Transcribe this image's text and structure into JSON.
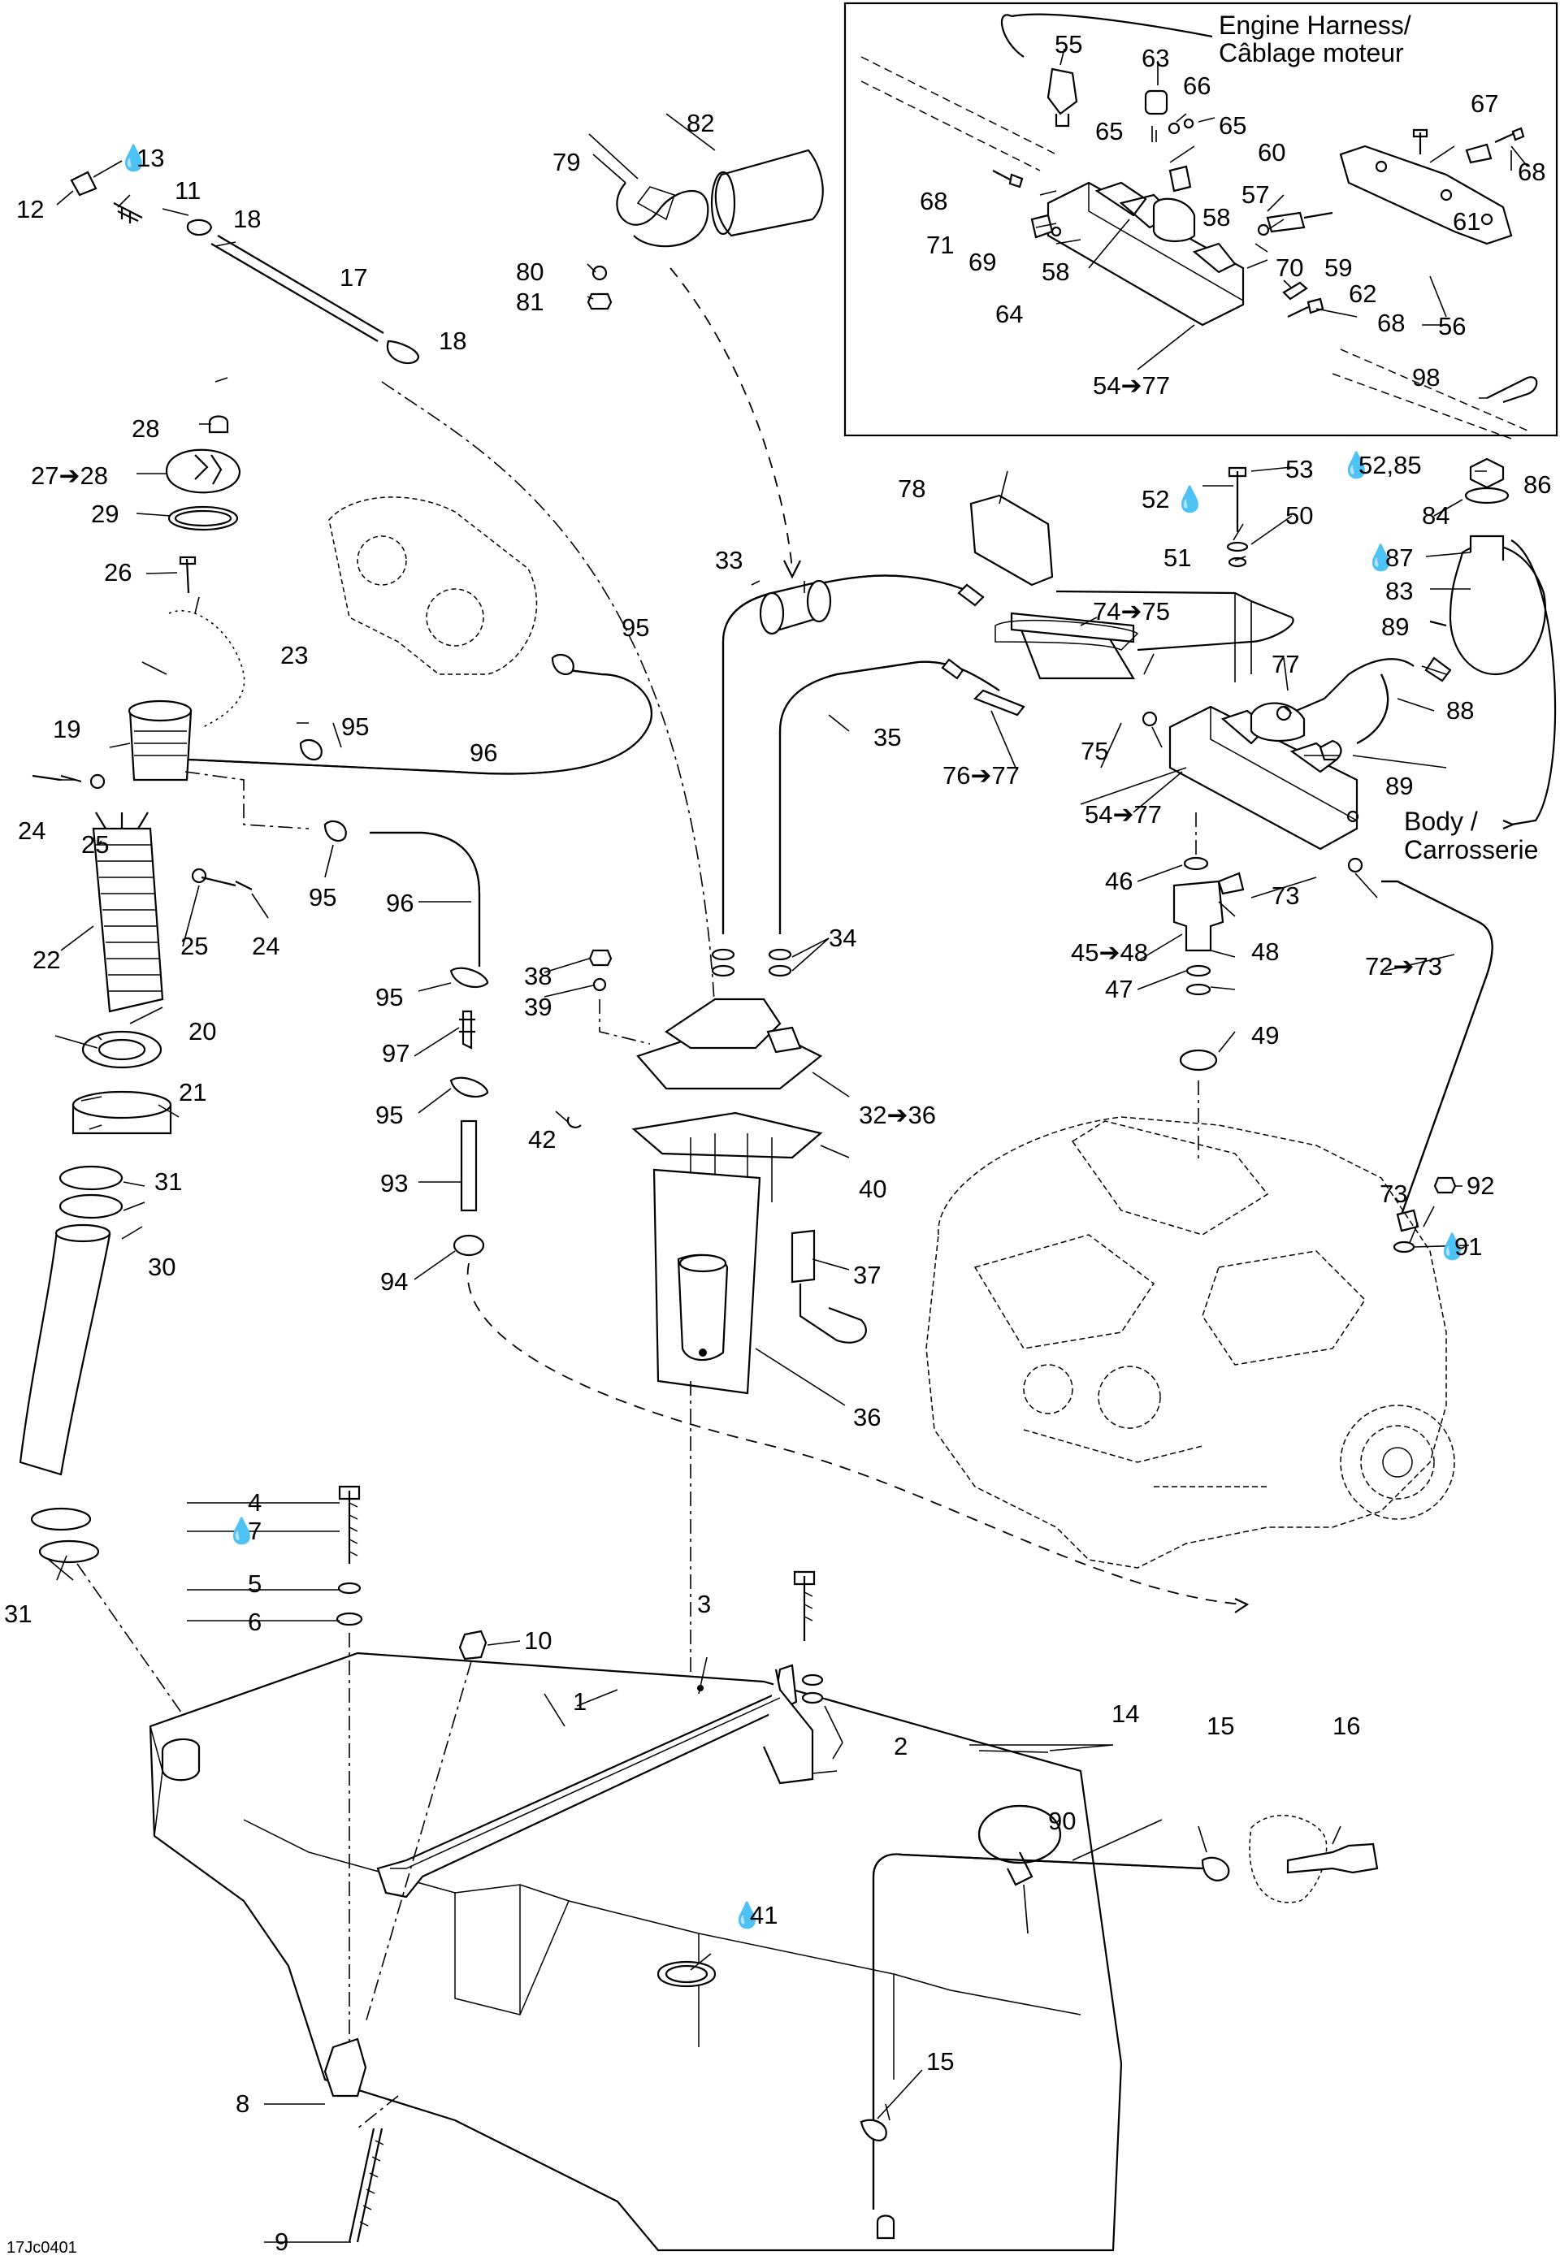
{
  "diagram": {
    "code": "17Jc0401",
    "inset": {
      "harness_label_line1": "Engine Harness/",
      "harness_label_line2": "Câblage moteur"
    },
    "body_label_line1": "Body /",
    "body_label_line2": "Carrosserie",
    "part_labels": {
      "p1": "1",
      "p2": "2",
      "p3": "3",
      "p4": "4",
      "p5": "5",
      "p6": "6",
      "p7": "7",
      "p8": "8",
      "p9": "9",
      "p10": "10",
      "p11": "11",
      "p12": "12",
      "p13": "13",
      "p14": "14",
      "p15a": "15",
      "p15b": "15",
      "p16": "16",
      "p17": "17",
      "p18a": "18",
      "p18b": "18",
      "p19": "19",
      "p20": "20",
      "p21": "21",
      "p22": "22",
      "p23": "23",
      "p24a": "24",
      "p24b": "24",
      "p25a": "25",
      "p25b": "25",
      "p26": "26",
      "p27": "27➔28",
      "p28": "28",
      "p29": "29",
      "p30": "30",
      "p31a": "31",
      "p31b": "31",
      "p32": "32➔36",
      "p33": "33",
      "p34": "34",
      "p35": "35",
      "p36": "36",
      "p37": "37",
      "p38": "38",
      "p39": "39",
      "p40": "40",
      "p41": "41",
      "p42": "42",
      "p45": "45➔48",
      "p46": "46",
      "p47": "47",
      "p48": "48",
      "p49": "49",
      "p50": "50",
      "p51": "51",
      "p52": "52",
      "p53": "53",
      "p54a": "54➔77",
      "p54b": "54➔77",
      "p55": "55",
      "p56": "56",
      "p57": "57",
      "p58a": "58",
      "p58b": "58",
      "p59": "59",
      "p60": "60",
      "p61": "61",
      "p62": "62",
      "p63": "63",
      "p64": "64",
      "p65a": "65",
      "p65b": "65",
      "p66": "66",
      "p67": "67",
      "p68a": "68",
      "p68b": "68",
      "p68c": "68",
      "p69": "69",
      "p70": "70",
      "p71": "71",
      "p72": "72➔73",
      "p73a": "73",
      "p73b": "73",
      "p74": "74➔75",
      "p75": "75",
      "p76": "76➔77",
      "p77": "77",
      "p78": "78",
      "p79": "79",
      "p80": "80",
      "p81": "81",
      "p82": "82",
      "p83": "83",
      "p84": "84",
      "p85": "52,85",
      "p86": "86",
      "p87": "87",
      "p88": "88",
      "p89a": "89",
      "p89b": "89",
      "p90": "90",
      "p91": "91",
      "p92": "92",
      "p93": "93",
      "p94": "94",
      "p95a": "95",
      "p95b": "95",
      "p95c": "95",
      "p95d": "95",
      "p95e": "95",
      "p96a": "96",
      "p96b": "96",
      "p97": "97",
      "p98": "98"
    }
  }
}
